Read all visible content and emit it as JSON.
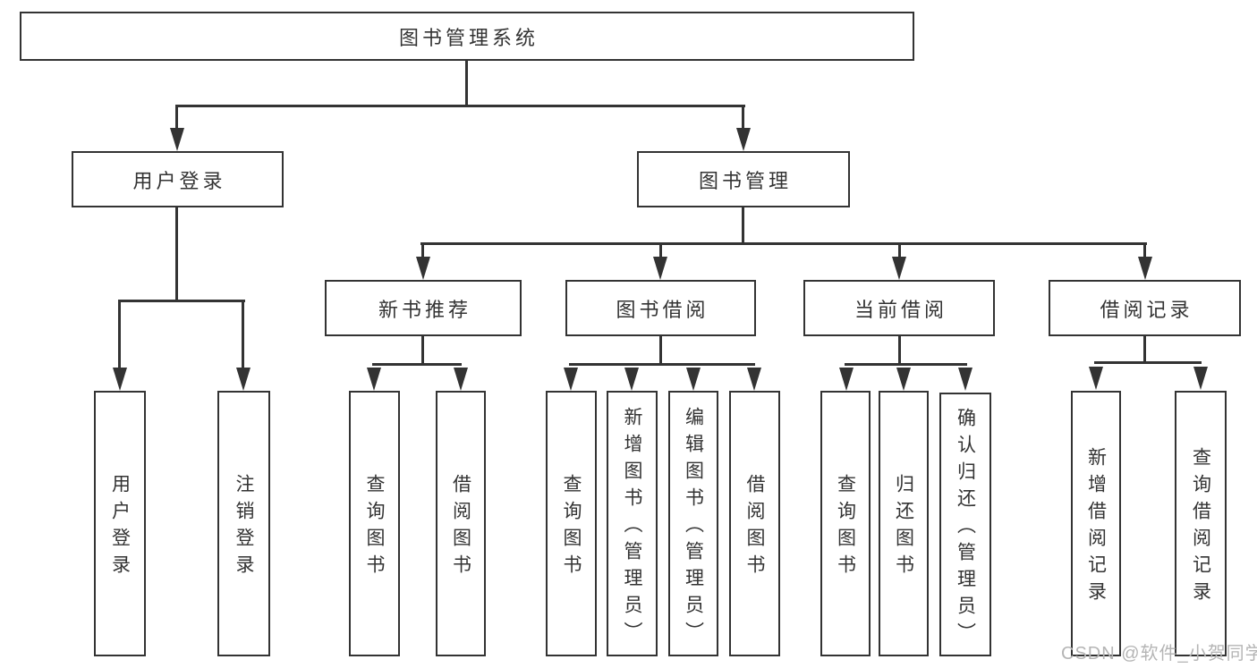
{
  "diagram": {
    "root": "图书管理系统",
    "branches": [
      {
        "label": "用户登录",
        "children": [
          "用户登录",
          "注销登录"
        ]
      },
      {
        "label": "图书管理",
        "children": [
          {
            "label": "新书推荐",
            "children": [
              "查询图书",
              "借阅图书"
            ]
          },
          {
            "label": "图书借阅",
            "children": [
              "查询图书",
              "新增图书（管理员）",
              "编辑图书（管理员）",
              "借阅图书"
            ]
          },
          {
            "label": "当前借阅",
            "children": [
              "查询图书",
              "归还图书",
              "确认归还（管理员）"
            ]
          },
          {
            "label": "借阅记录",
            "children": [
              "新增借阅记录",
              "查询借阅记录"
            ]
          }
        ]
      }
    ]
  },
  "watermark": {
    "text": "CSDN @软件_小贺同学"
  },
  "colors": {
    "background": "#ffffff",
    "line": "#333333",
    "box_border": "#333333",
    "text": "#333333",
    "watermark": "#b5b5b5"
  }
}
